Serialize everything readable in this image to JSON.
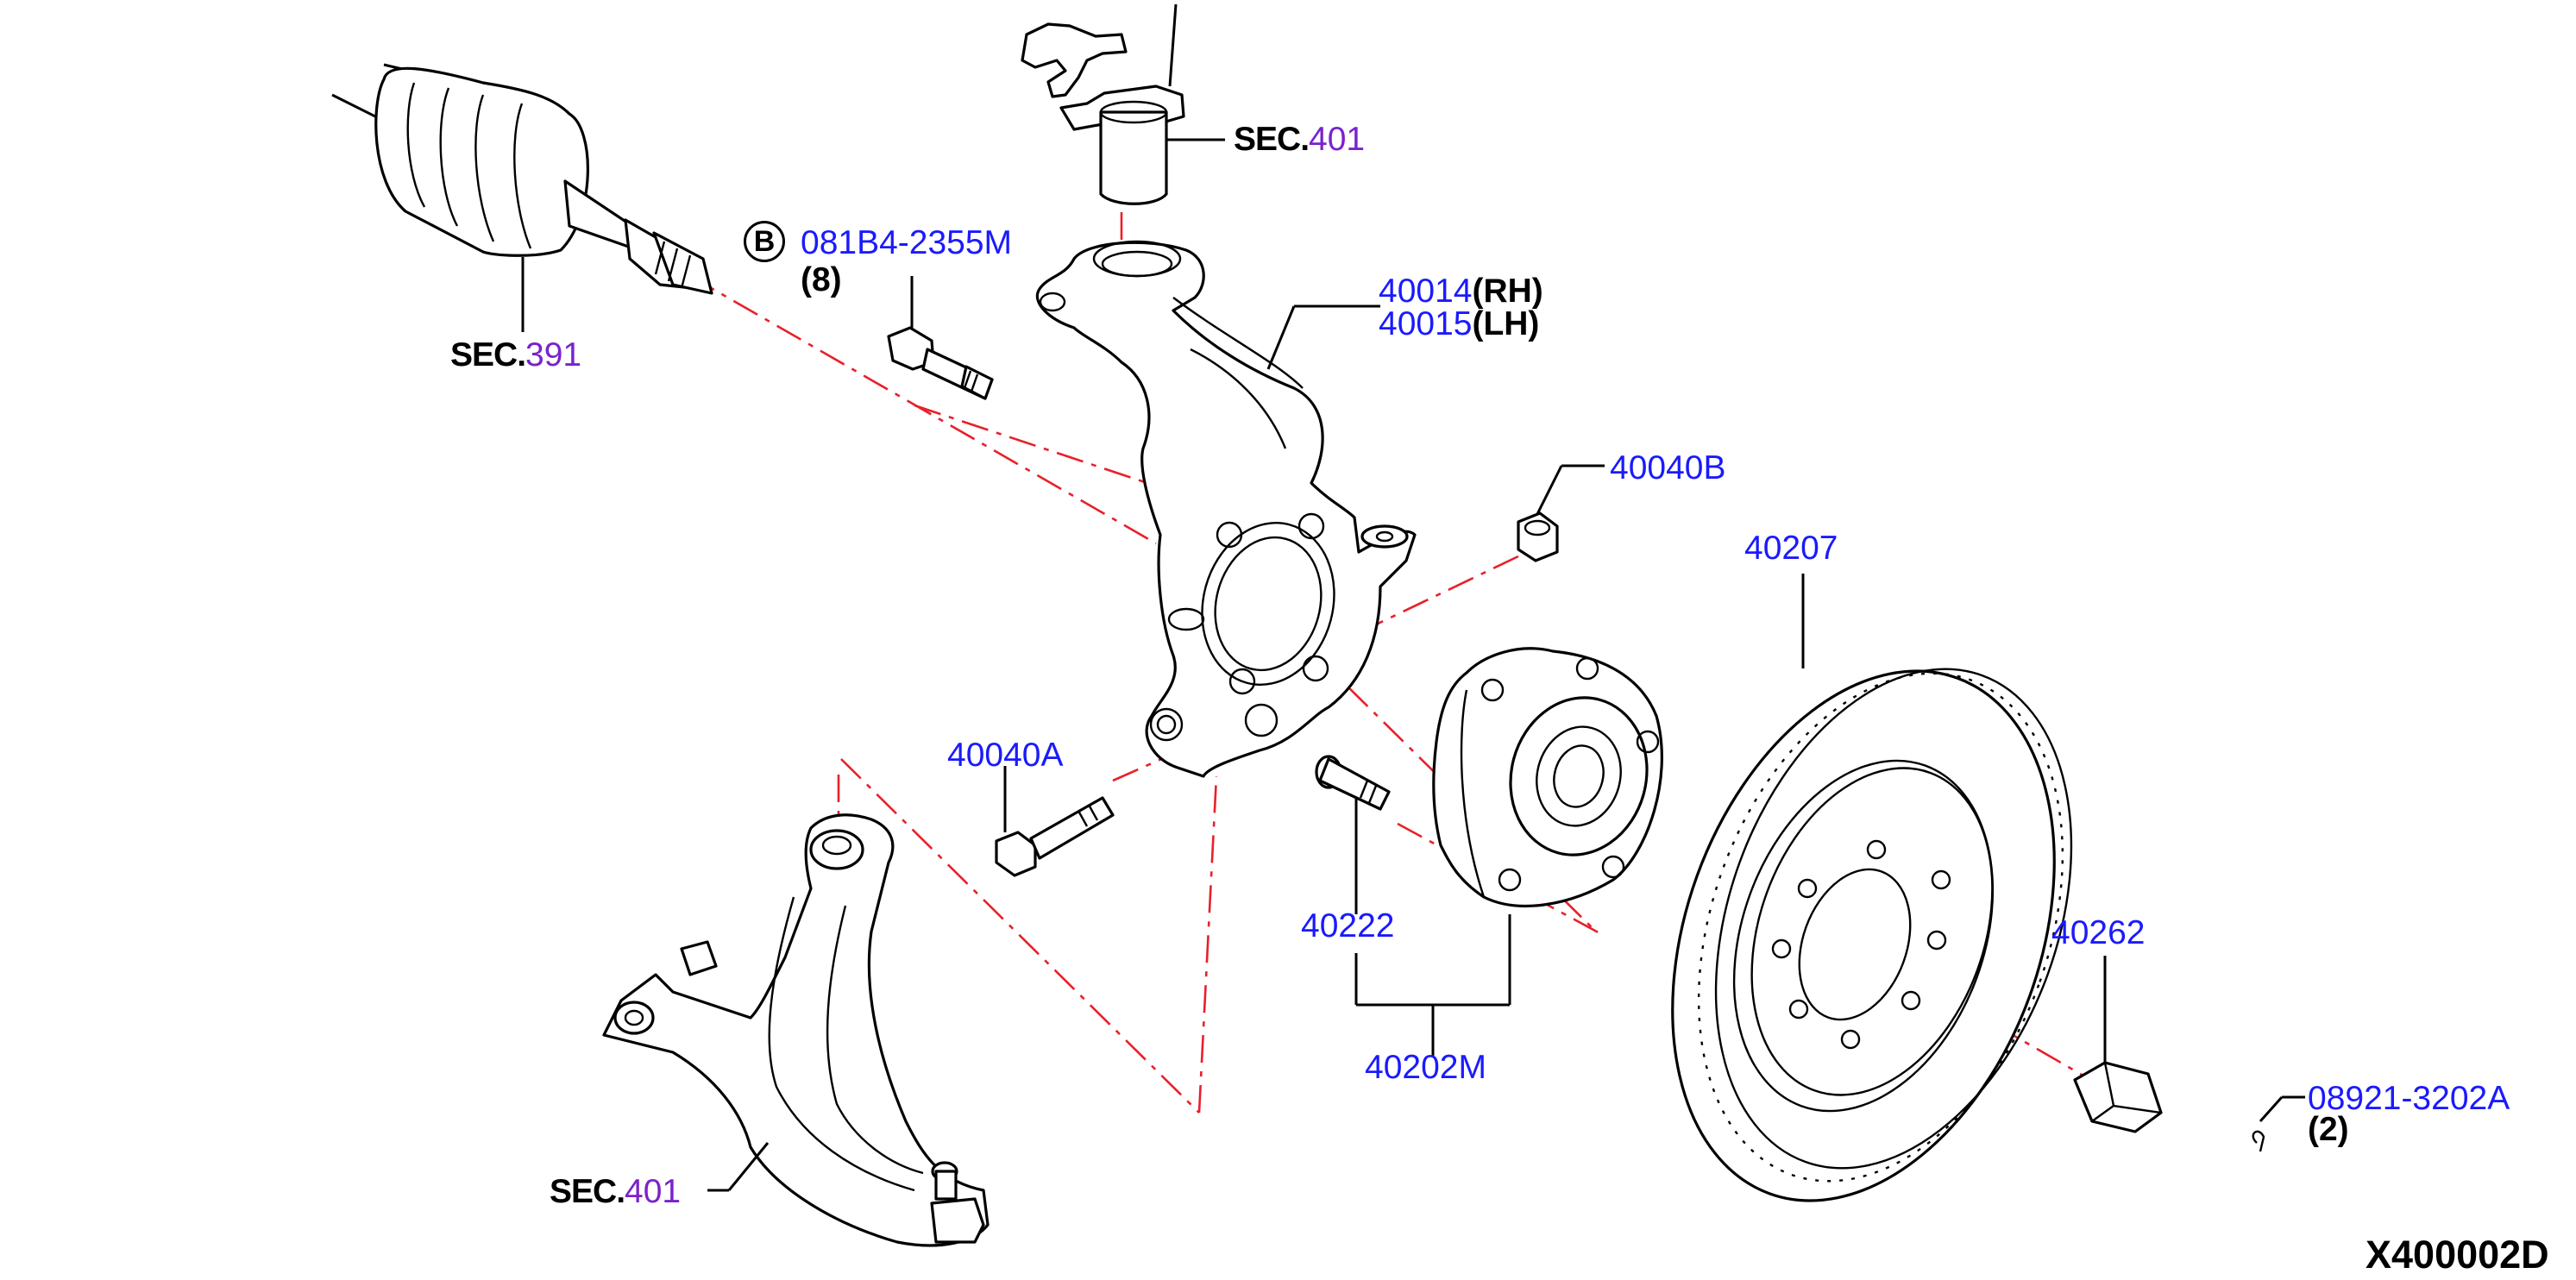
{
  "diagram_code": "X400002D",
  "sections": [
    {
      "prefix": "SEC.",
      "number": "401",
      "id": "strut"
    },
    {
      "prefix": "SEC.",
      "number": "391",
      "id": "drive-shaft"
    },
    {
      "prefix": "SEC.",
      "number": "401",
      "id": "lower-arm"
    }
  ],
  "parts": {
    "bolt_b": {
      "symbol": "B",
      "number": "081B4-2355M",
      "qty": "(8)"
    },
    "knuckle_rh": {
      "number": "40014",
      "side": "(RH)"
    },
    "knuckle_lh": {
      "number": "40015",
      "side": "(LH)"
    },
    "nut_40040b": "40040B",
    "bolt_40040a": "40040A",
    "rotor": "40207",
    "hub_bolt": "40222",
    "hub_assy": "40202M",
    "hub_nut": "40262",
    "cotter_pin": {
      "number": "08921-3202A",
      "qty": "(2)"
    }
  },
  "colors": {
    "part_number": "#1a1aff",
    "section_number": "#7a22cc",
    "leader": "#000000",
    "centerline": "#e8202a"
  }
}
